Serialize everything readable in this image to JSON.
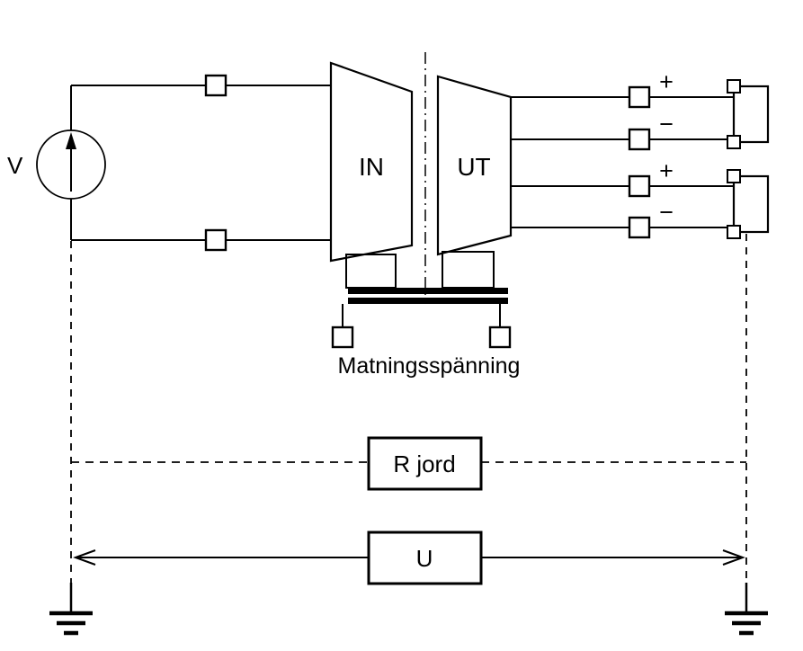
{
  "diagram": {
    "colors": {
      "line": "#000000",
      "background": "#ffffff"
    },
    "voltage_source": {
      "label": "V"
    },
    "amplifier": {
      "input_label": "IN",
      "output_label": "UT"
    },
    "supply": {
      "label": "Matningsspänning"
    },
    "outputs": [
      {
        "polarity": "+"
      },
      {
        "polarity": "−"
      },
      {
        "polarity": "+"
      },
      {
        "polarity": "−"
      }
    ],
    "ground_resistance_box": {
      "label": "R jord"
    },
    "voltage_box": {
      "label": "U"
    }
  }
}
